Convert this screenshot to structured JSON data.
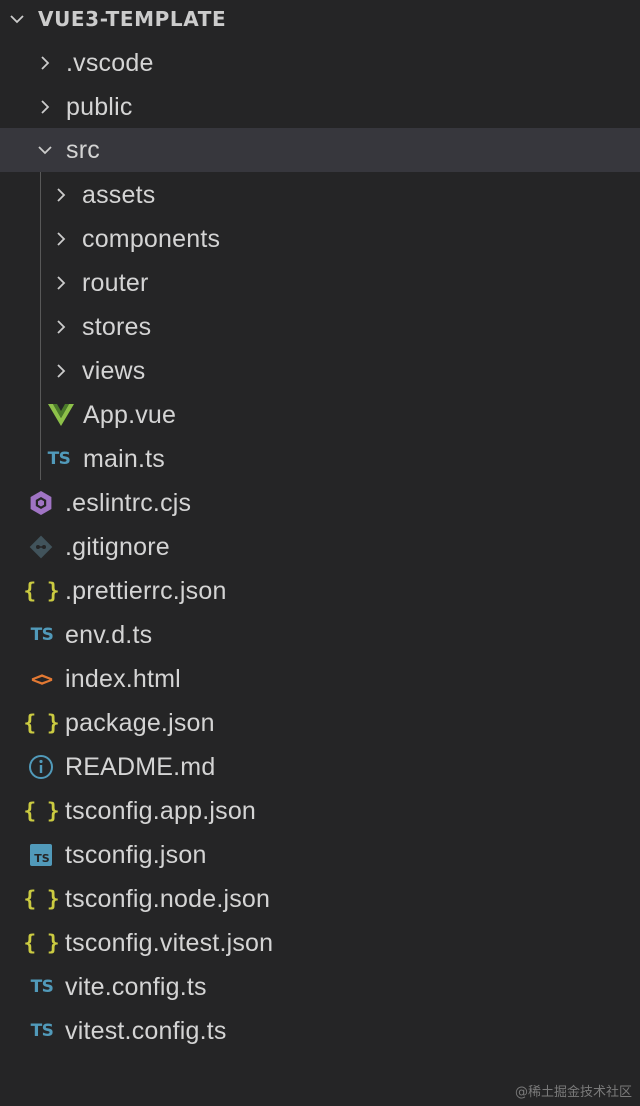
{
  "explorer": {
    "root_label": "VUE3-TEMPLATE",
    "items": [
      {
        "label": ".vscode"
      },
      {
        "label": "public"
      },
      {
        "label": "src"
      },
      {
        "label": "assets"
      },
      {
        "label": "components"
      },
      {
        "label": "router"
      },
      {
        "label": "stores"
      },
      {
        "label": "views"
      },
      {
        "label": "App.vue"
      },
      {
        "label": "main.ts"
      },
      {
        "label": ".eslintrc.cjs"
      },
      {
        "label": ".gitignore"
      },
      {
        "label": ".prettierrc.json"
      },
      {
        "label": "env.d.ts"
      },
      {
        "label": "index.html"
      },
      {
        "label": "package.json"
      },
      {
        "label": "README.md"
      },
      {
        "label": "tsconfig.app.json"
      },
      {
        "label": "tsconfig.json"
      },
      {
        "label": "tsconfig.node.json"
      },
      {
        "label": "tsconfig.vitest.json"
      },
      {
        "label": "vite.config.ts"
      },
      {
        "label": "vitest.config.ts"
      }
    ],
    "selected": "src"
  },
  "icons": {
    "ts_text": "TS",
    "json_text": "{ }",
    "html_text": "<>"
  },
  "colors": {
    "background": "#252526",
    "selection": "#37373d",
    "ts": "#519aba",
    "json": "#cbcb41",
    "vue_green": "#8dc149",
    "eslint_purple": "#a074c4",
    "git_gray": "#41535b",
    "html_orange": "#e37933",
    "info_blue": "#519aba"
  },
  "watermark": "@稀土掘金技术社区"
}
